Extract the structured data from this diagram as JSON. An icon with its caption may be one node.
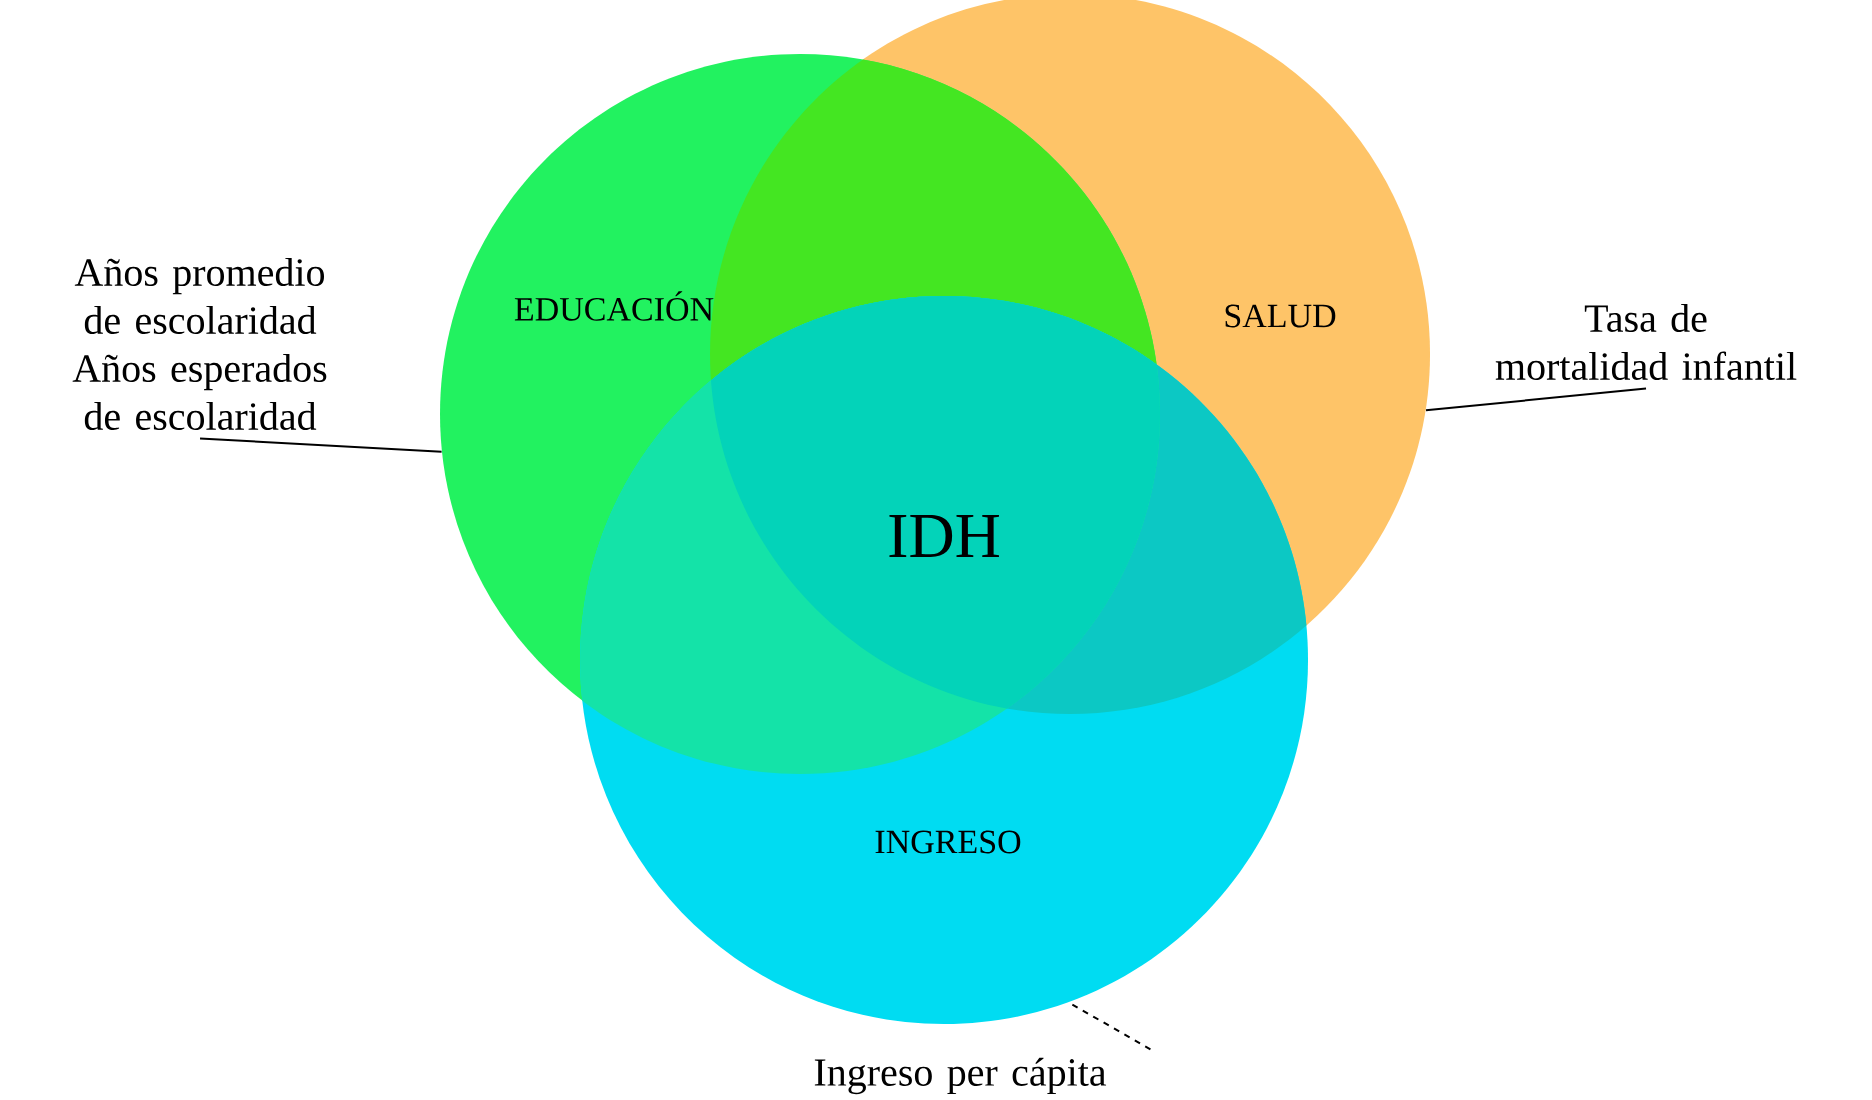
{
  "diagram": {
    "nodes": [
      {
        "text": [
          "EDUCACIÓN"
        ]
      },
      {
        "text": [
          "SALUD"
        ]
      },
      {
        "text": [
          "INGRESO"
        ]
      },
      {
        "text": [
          "Años promedio de escolaridad",
          "Años esperados de escolaridad"
        ]
      },
      {
        "text": [
          "Tasa de mortalidad infantil"
        ]
      },
      {
        "text": [
          "Ingreso per cápita"
        ]
      }
    ],
    "edges": [
      {
        "from": 3,
        "to": 0,
        "arrow": "none"
      },
      {
        "from": 4,
        "to": 1,
        "arrow": "none"
      },
      {
        "from": 5,
        "to": 2,
        "arrow": "none",
        "style": "dashed"
      }
    ],
    "labels": [
      "IDH"
    ]
  }
}
